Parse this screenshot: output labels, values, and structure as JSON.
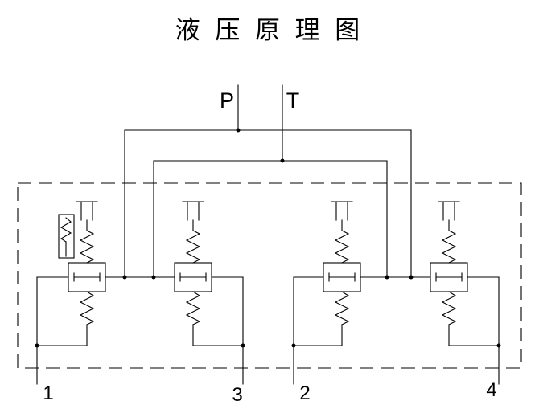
{
  "title": {
    "text": "液 压 原 理 图"
  },
  "supply_ports": {
    "pressure_label": "P",
    "tank_label": "T"
  },
  "work_ports": [
    {
      "label": "1"
    },
    {
      "label": "3"
    },
    {
      "label": "2"
    },
    {
      "label": "4"
    }
  ],
  "colors": {
    "background": "#ffffff",
    "line": "#000000"
  }
}
